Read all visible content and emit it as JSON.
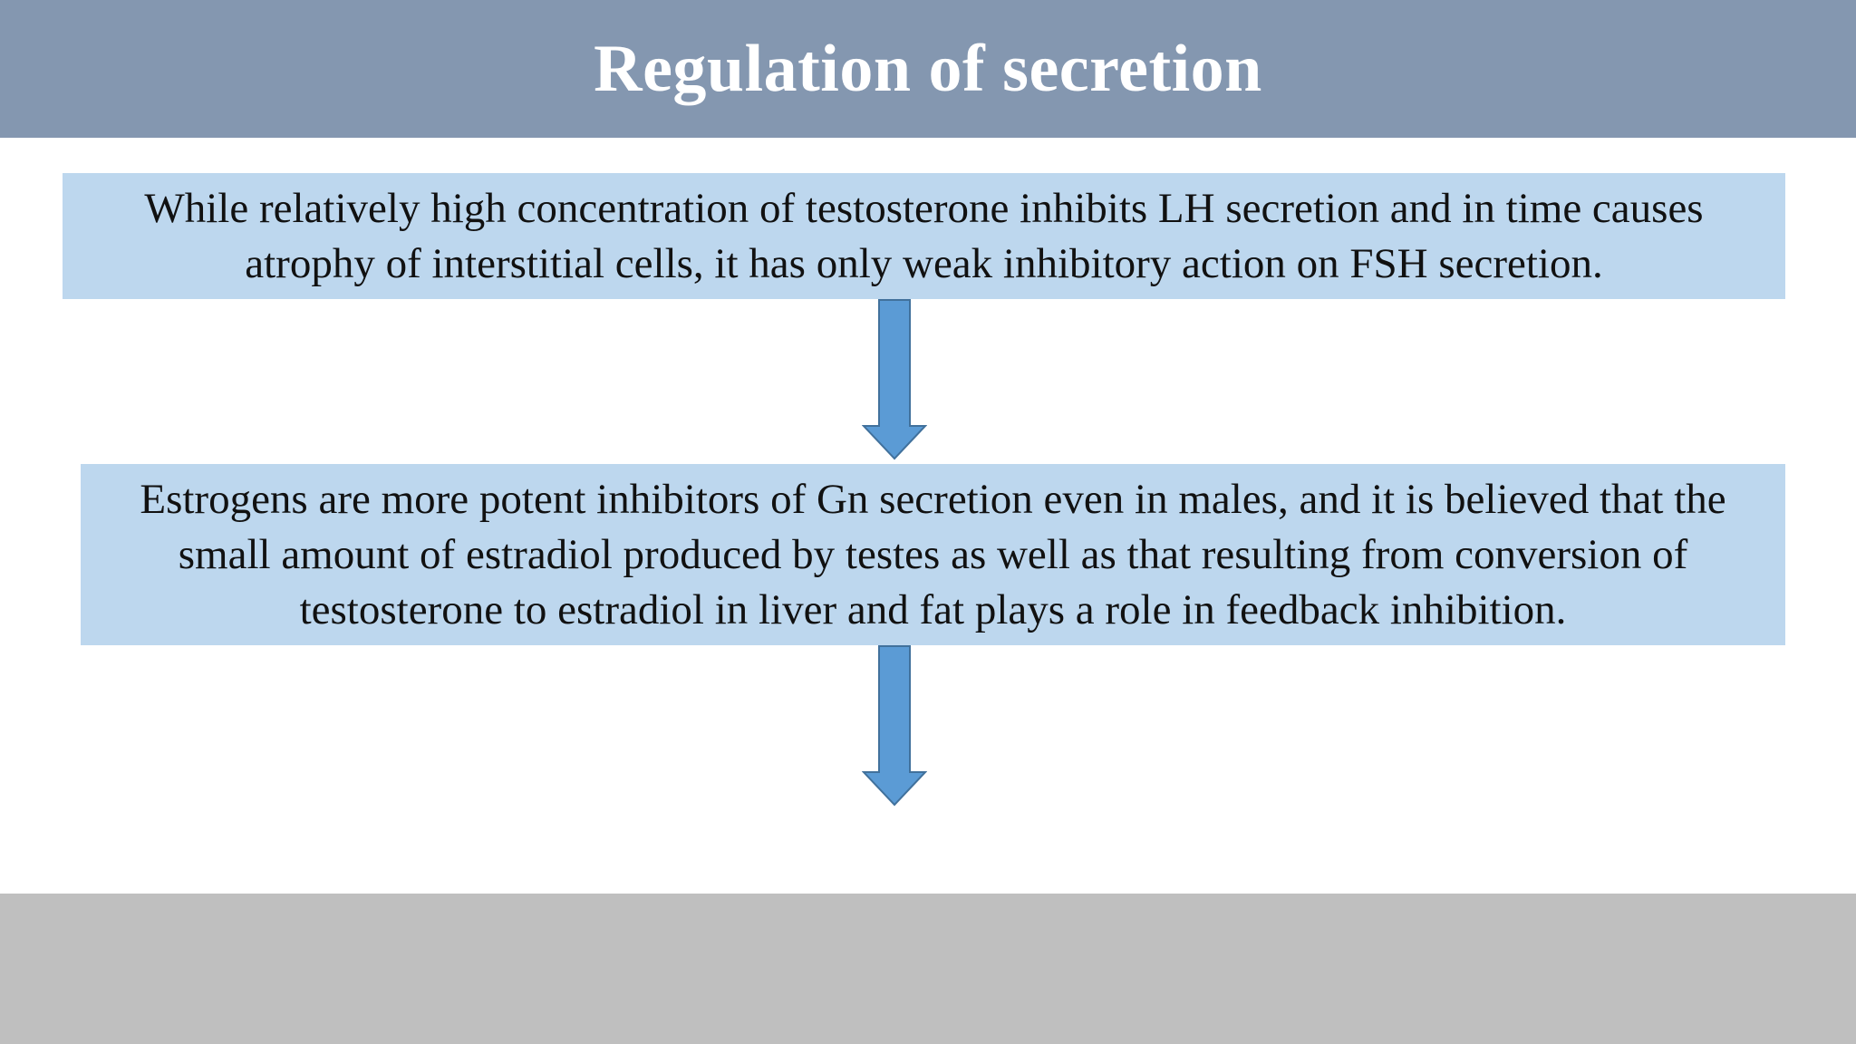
{
  "slide": {
    "title": "Regulation of secretion"
  },
  "flow": {
    "step1": "While relatively high concentration of testosterone inhibits LH secretion and in time causes atrophy of interstitial cells, it has only weak inhibitory action on FSH secretion.",
    "step2": "Estrogens are more potent inhibitors of Gn secretion even in males, and it is believed that the small amount of estradiol produced by testes as well as that resulting from conversion of testosterone to estradiol in liver and fat plays a role in feedback inhibition."
  },
  "colors": {
    "header_bg": "#8497b0",
    "box_bg": "#bdd7ee",
    "arrow_fill": "#5b9bd5",
    "arrow_stroke": "#41719c",
    "footer_bg": "#bfbfbf"
  },
  "icons": {
    "connector": "down-arrow-icon"
  }
}
